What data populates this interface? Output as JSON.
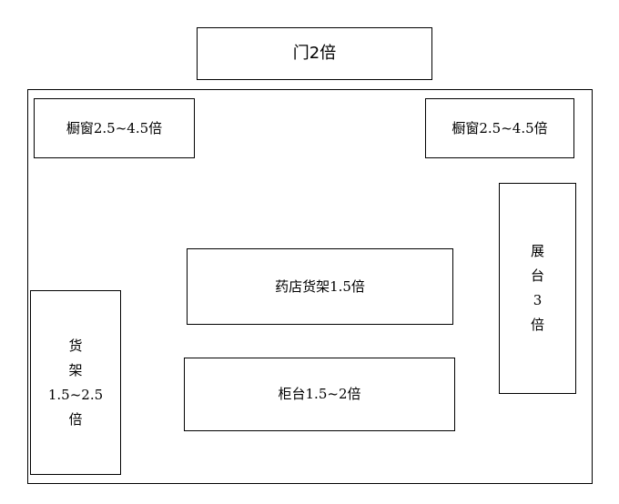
{
  "diagram": {
    "door": {
      "label": "门2倍"
    },
    "window_left": {
      "label": "橱窗2.5~4.5倍"
    },
    "window_right": {
      "label": "橱窗2.5~4.5倍"
    },
    "display_stand": {
      "lines": [
        "展",
        "台",
        "3",
        "倍"
      ]
    },
    "pharmacy_shelf": {
      "label": "药店货架1.5倍"
    },
    "counter": {
      "label": "柜台1.5~2倍"
    },
    "goods_shelf": {
      "lines": [
        "货",
        "架",
        "1.5~2.5",
        "倍"
      ]
    }
  },
  "colors": {
    "border": "#000000",
    "background": "#ffffff"
  }
}
